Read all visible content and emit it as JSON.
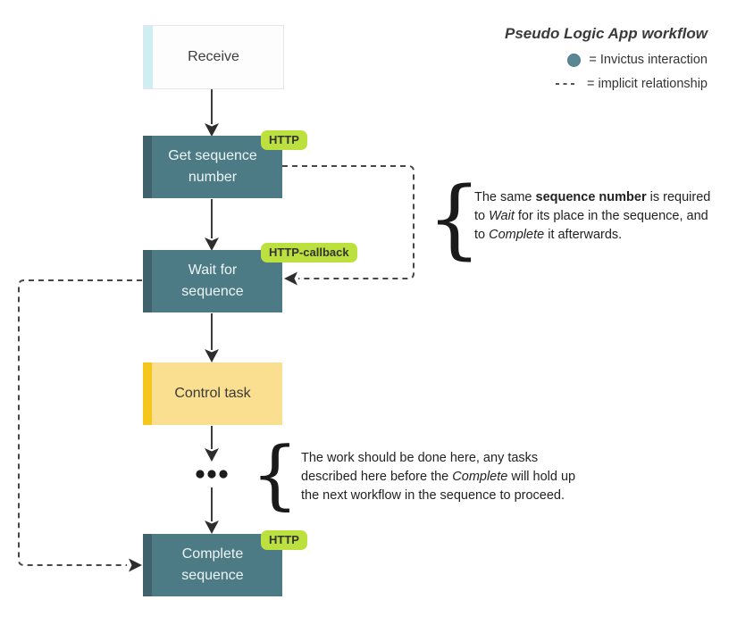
{
  "legend": {
    "title": "Pseudo Logic App workflow",
    "items": [
      {
        "icon": "invictus-interaction-dot-icon",
        "label": "= Invictus interaction"
      },
      {
        "icon": "implicit-relationship-dashes-icon",
        "label": "= implicit relationship"
      }
    ]
  },
  "nodes": {
    "receive": {
      "label": "Receive"
    },
    "get_sequence_number": {
      "label": "Get sequence\nnumber",
      "badge": "HTTP"
    },
    "wait_for_sequence": {
      "label": "Wait for\nsequence",
      "badge": "HTTP-callback"
    },
    "control_task": {
      "label": "Control task"
    },
    "complete_sequence": {
      "label": "Complete\nsequence",
      "badge": "HTTP"
    }
  },
  "annotations": {
    "sequence_note": {
      "brace": "{",
      "segments": [
        {
          "text": "The same "
        },
        {
          "text": "sequence number",
          "style": "bold"
        },
        {
          "text": " is required\nto "
        },
        {
          "text": "Wait",
          "style": "italic"
        },
        {
          "text": " for its place in the sequence, and\nto "
        },
        {
          "text": "Complete",
          "style": "italic"
        },
        {
          "text": " it afterwards."
        }
      ]
    },
    "work_note": {
      "brace": "{",
      "segments": [
        {
          "text": "The work should be done here, any tasks\ndescribed here before the "
        },
        {
          "text": "Complete",
          "style": "italic"
        },
        {
          "text": " will hold up\nthe next workflow in the sequence to proceed."
        }
      ]
    }
  },
  "colors": {
    "node_teal": "#4d7b85",
    "node_teal_edge": "#3f626c",
    "node_yellow": "#f9df8f",
    "node_yellow_edge": "#f5c71d",
    "trigger_edge": "#cdeef2",
    "badge_green": "#bce13e",
    "legend_dot_teal": "#5b8794",
    "connector_dark": "#3d3d3d"
  }
}
